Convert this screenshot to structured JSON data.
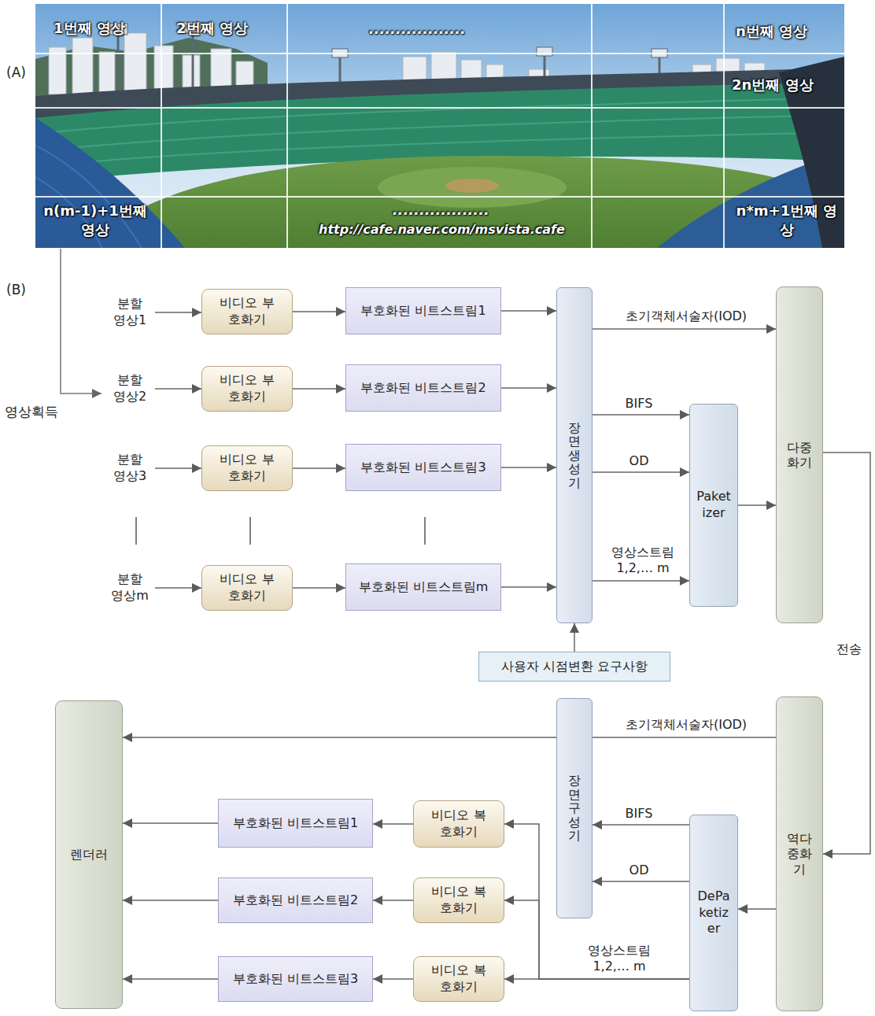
{
  "diagram": {
    "nodes": [
      {
        "text": [
          "분할 영상1"
        ]
      },
      {
        "text": [
          "비디오 부호화기"
        ]
      },
      {
        "text": [
          "부호화된 비트스트림1"
        ]
      },
      {
        "text": [
          "분할 영상2"
        ]
      },
      {
        "text": [
          "비디오 부호화기"
        ]
      },
      {
        "text": [
          "부호화된 비트스트림2"
        ]
      },
      {
        "text": [
          "분할 영상3"
        ]
      },
      {
        "text": [
          "비디오 부호화기"
        ]
      },
      {
        "text": [
          "부호화된 비트스트림3"
        ]
      },
      {
        "text": [
          "분할 영상m"
        ]
      },
      {
        "text": [
          "비디오 부호화기"
        ]
      },
      {
        "text": [
          "부호화된 비트스트림m"
        ]
      },
      {
        "text": [
          "장면생성기"
        ]
      },
      {
        "text": [
          "Paket izer"
        ]
      },
      {
        "text": [
          "다중화기"
        ]
      },
      {
        "text": [
          "사용자 시점변환 요구사항"
        ]
      },
      {
        "text": [
          "역다중화기"
        ]
      },
      {
        "text": [
          "장면구성기"
        ]
      },
      {
        "text": [
          "DePa ketiz er"
        ]
      },
      {
        "text": [
          "비디오 복호화기"
        ]
      },
      {
        "text": [
          "부호화된 비트스트림1"
        ]
      },
      {
        "text": [
          "비디오 복호화기"
        ]
      },
      {
        "text": [
          "부호화된 비트스트림2"
        ]
      },
      {
        "text": [
          "비디오 복호화기"
        ]
      },
      {
        "text": [
          "부호화된 비트스트림3"
        ]
      },
      {
        "text": [
          "렌더러"
        ]
      }
    ],
    "edges": [
      {
        "from": 0,
        "to": 1,
        "arrow": "to"
      },
      {
        "from": 1,
        "to": 2,
        "arrow": "to"
      },
      {
        "from": 2,
        "to": 12,
        "arrow": "to"
      },
      {
        "from": 3,
        "to": 4,
        "arrow": "to"
      },
      {
        "from": 4,
        "to": 5,
        "arrow": "to"
      },
      {
        "from": 5,
        "to": 12,
        "arrow": "to"
      },
      {
        "from": 6,
        "to": 7,
        "arrow": "to"
      },
      {
        "from": 7,
        "to": 8,
        "arrow": "to"
      },
      {
        "from": 8,
        "to": 12,
        "arrow": "to"
      },
      {
        "from": 9,
        "to": 10,
        "arrow": "to"
      },
      {
        "from": 10,
        "to": 11,
        "arrow": "to"
      },
      {
        "from": 11,
        "to": 12,
        "arrow": "to"
      },
      {
        "from": 12,
        "to": 14,
        "label": "초기객체서술자(IOD)",
        "arrow": "to"
      },
      {
        "from": 12,
        "to": 13,
        "label": "BIFS",
        "arrow": "to"
      },
      {
        "from": 12,
        "to": 13,
        "label": "OD",
        "arrow": "to"
      },
      {
        "from": 12,
        "to": 13,
        "label": "영상스트림 1,2,… m",
        "arrow": "to"
      },
      {
        "from": 13,
        "to": 14,
        "arrow": "to"
      },
      {
        "from": 15,
        "to": 12,
        "arrow": "to"
      },
      {
        "from": 14,
        "to": 16,
        "label": "전송",
        "arrow": "to"
      },
      {
        "from": 16,
        "to": 25,
        "label": "초기객체서술자(IOD)",
        "arrow": "to"
      },
      {
        "from": 18,
        "to": 17,
        "label": "BIFS",
        "arrow": "to"
      },
      {
        "from": 18,
        "to": 17,
        "label": "OD",
        "arrow": "to"
      },
      {
        "from": 16,
        "to": 18,
        "arrow": "to"
      },
      {
        "from": 18,
        "to": 19,
        "arrow": "to"
      },
      {
        "from": 18,
        "to": 21,
        "arrow": "to"
      },
      {
        "from": 18,
        "to": 23,
        "label": "영상스트림 1,2,… m",
        "arrow": "to"
      },
      {
        "from": 19,
        "to": 20,
        "arrow": "to"
      },
      {
        "from": 21,
        "to": 22,
        "arrow": "to"
      },
      {
        "from": 23,
        "to": 24,
        "arrow": "to"
      },
      {
        "from": 20,
        "to": 25,
        "arrow": "to"
      },
      {
        "from": 22,
        "to": 25,
        "arrow": "to"
      },
      {
        "from": 24,
        "to": 25,
        "arrow": "to"
      }
    ],
    "labels": [
      "(A)",
      "(B)",
      "1번째 영상",
      "2번째 영상",
      "..................",
      "n번째 영상",
      "2n번째 영상",
      "n(m-1)+1번째 영상",
      "..................",
      "n*m+1번째 영상",
      "http://cafe.naver.com/msvista.cafe",
      "영상획득"
    ]
  }
}
